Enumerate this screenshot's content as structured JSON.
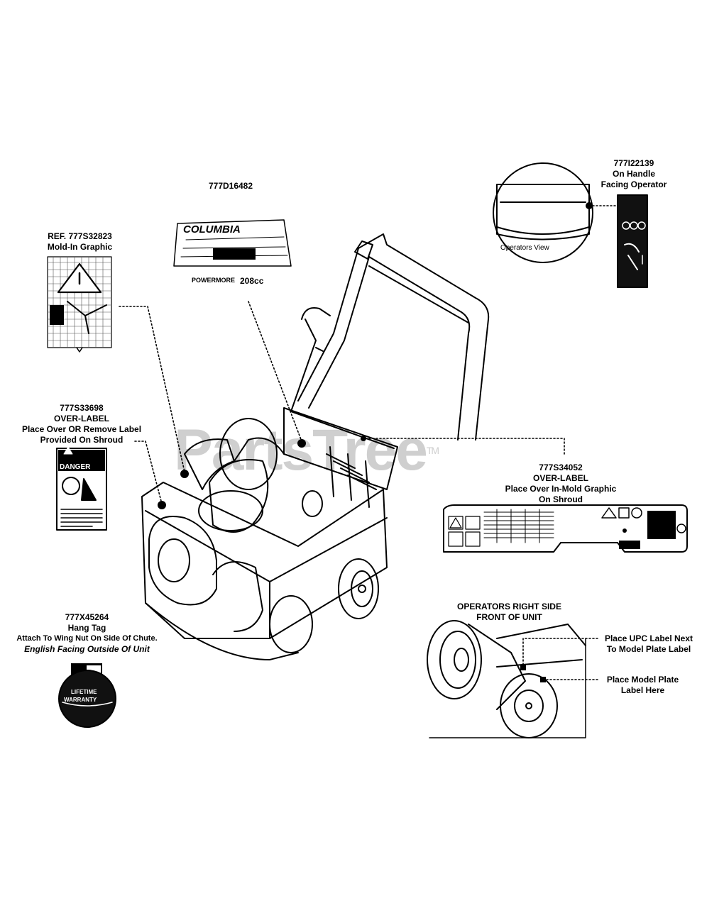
{
  "watermark": {
    "text": "PartsTree",
    "tm": "TM"
  },
  "labels": {
    "handle_decal": {
      "part": "777I22139",
      "line1": "On Handle",
      "line2": "Facing Operator",
      "inset_caption": "Operators View"
    },
    "logo_decal": {
      "part": "777D16482",
      "brand": "COLUMBIA",
      "engine_brand": "POWERMORE",
      "engine_size": "208cc"
    },
    "mold_in": {
      "part": "REF. 777S32823",
      "line1": "Mold-In Graphic"
    },
    "danger_label": {
      "part": "777S33698",
      "line1": "OVER-LABEL",
      "line2": "Place Over OR Remove Label",
      "line3": "Provided On Shroud",
      "badge": "DANGER"
    },
    "shroud_label": {
      "part": "777S34052",
      "line1": "OVER-LABEL",
      "line2": "Place Over In-Mold Graphic",
      "line3": "On Shroud"
    },
    "hang_tag": {
      "part": "777X45264",
      "line1": "Hang Tag",
      "line2": "Attach To Wing Nut On Side Of Chute.",
      "line3": "English Facing Outside Of Unit",
      "badge_line1": "LIFETIME",
      "badge_line2": "WARRANTY"
    },
    "right_side": {
      "title1": "OPERATORS RIGHT SIDE",
      "title2": "FRONT OF UNIT",
      "upc1": "Place UPC Label Next",
      "upc2": "To Model Plate Label",
      "model1": "Place Model Plate",
      "model2": "Label Here"
    }
  },
  "colors": {
    "ink": "#000000",
    "paper": "#ffffff",
    "watermark": "#c8c8c8"
  }
}
